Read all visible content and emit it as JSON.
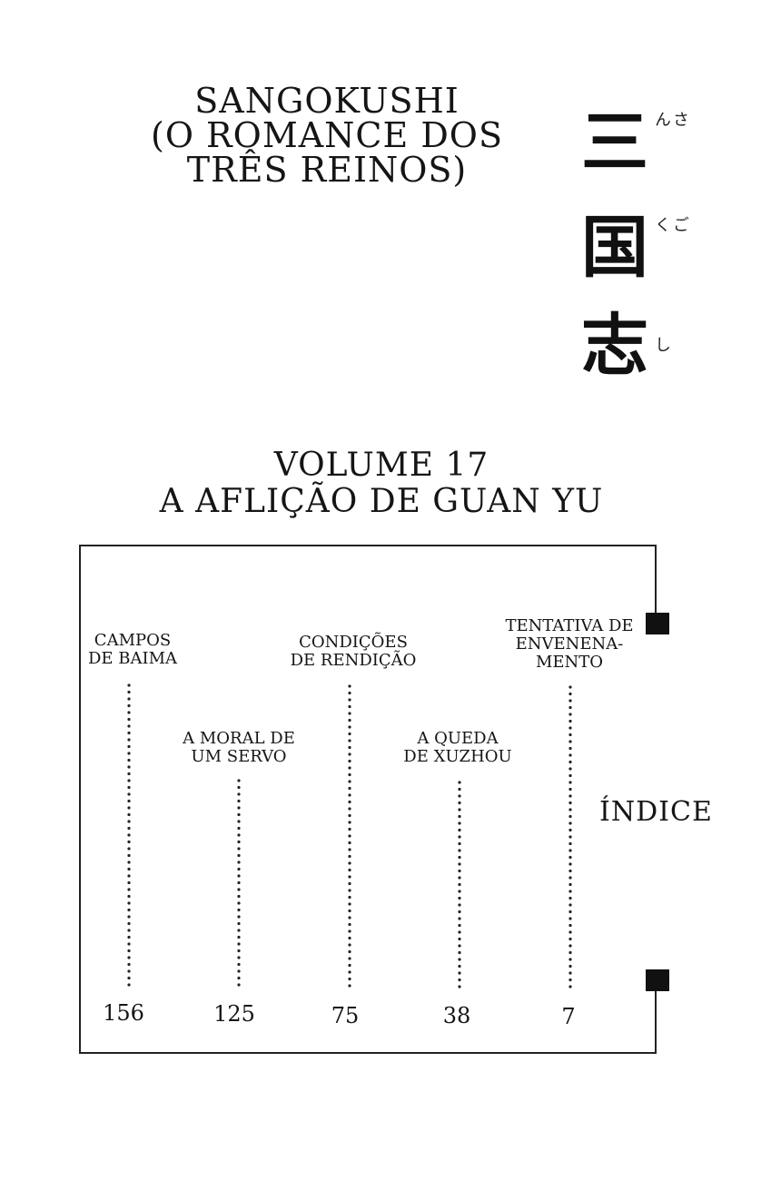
{
  "title": {
    "line1": "SANGOKUSHI",
    "line2": "(O ROMANCE DOS",
    "line3": "TRÊS REINOS)"
  },
  "kanji": [
    {
      "char": "三",
      "reading": "さん"
    },
    {
      "char": "国",
      "reading": "ごく"
    },
    {
      "char": "志",
      "reading": "し"
    }
  ],
  "volume": {
    "line1": "VOLUME 17",
    "line2": "A AFLIÇÃO DE GUAN YU"
  },
  "toc": {
    "heading": "ÍNDICE",
    "chapters": [
      {
        "title": "TENTATIVA DE\nENVENENA-\nMENTO",
        "page": "7"
      },
      {
        "title": "A QUEDA\nDE XUZHOU",
        "page": "38"
      },
      {
        "title": "CONDIÇÕES\nDE RENDIÇÃO",
        "page": "75"
      },
      {
        "title": "A MORAL DE\nUM SERVO",
        "page": "125"
      },
      {
        "title": "CAMPOS\nDE BAIMA",
        "page": "156"
      }
    ]
  }
}
